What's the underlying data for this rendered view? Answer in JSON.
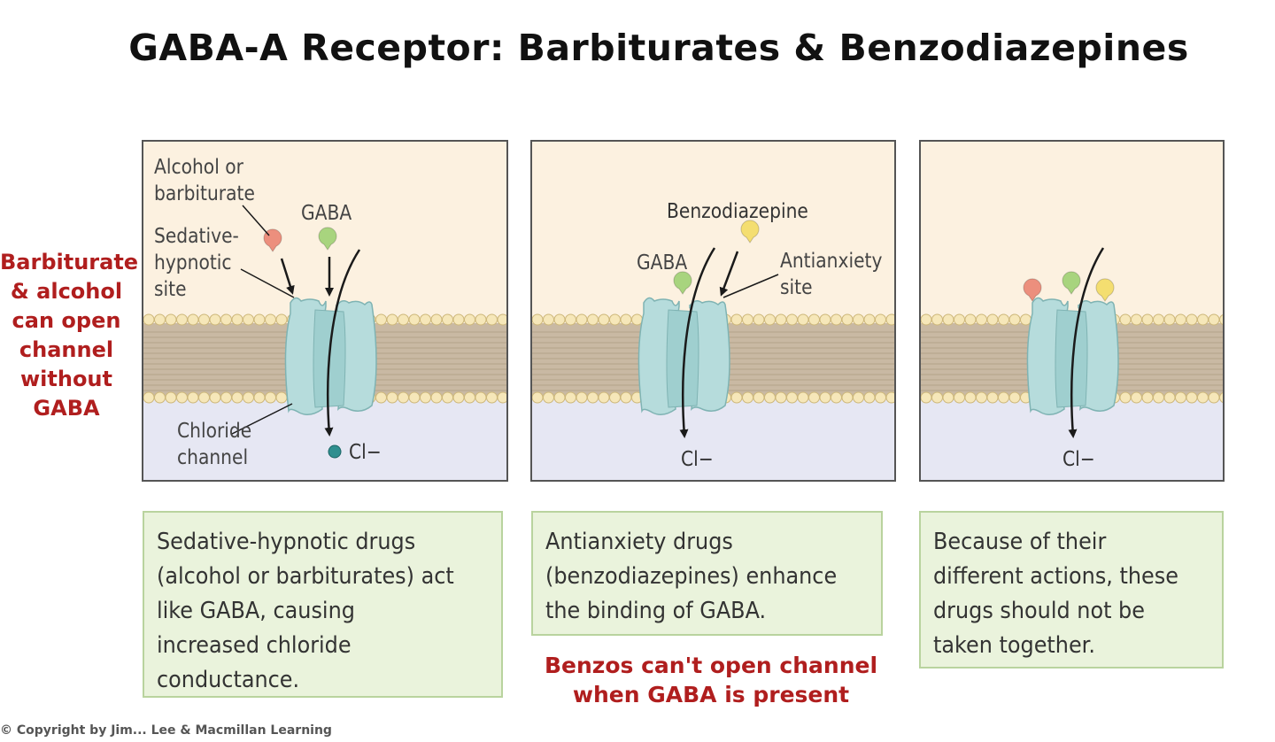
{
  "title": "GABA-A Receptor: Barbiturates & Benzodiazepines",
  "side_note": [
    "Barbiturate",
    "& alcohol",
    "can open",
    "channel",
    "without",
    "GABA"
  ],
  "panel1": {
    "alcohol_label": [
      "Alcohol or",
      "barbiturate"
    ],
    "gaba_label": "GABA",
    "site_label": [
      "Sedative-",
      "hypnotic",
      "site"
    ],
    "channel_label": [
      "Chloride",
      "channel"
    ],
    "ion_label": "Cl−"
  },
  "panel2": {
    "benzo_label": "Benzodiazepine",
    "gaba_label": "GABA",
    "site_label": [
      "Antianxiety",
      "site"
    ],
    "ion_label": "Cl−"
  },
  "panel3": {
    "ion_label": "Cl−"
  },
  "captions": [
    [
      "Sedative-hypnotic drugs",
      "(alcohol or barbiturates) act",
      "like GABA, causing",
      "increased chloride",
      "conductance."
    ],
    [
      "Antianxiety drugs",
      "(benzodiazepines) enhance",
      "the binding of GABA."
    ],
    [
      "Because of their",
      "different actions, these",
      "drugs should not be",
      "taken together."
    ]
  ],
  "red_note": [
    "Benzos can't open channel",
    "when GABA is present"
  ],
  "copyright": "© Copyright by  Jim... Lee & Macmillan Learning",
  "colors": {
    "cytoplasm_top": "#fcf1e0",
    "cytoplasm_bottom": "#e6e7f3",
    "membrane": "#c9b9a3",
    "head": "#f6e7b9",
    "channel": "#b6dcdc",
    "alcohol_ligand": "#ec8f7d",
    "gaba_ligand": "#a8d47e",
    "benzo_ligand": "#f4de70",
    "caption_bg": "#eaf3dc",
    "red_text": "#b01e1e"
  }
}
